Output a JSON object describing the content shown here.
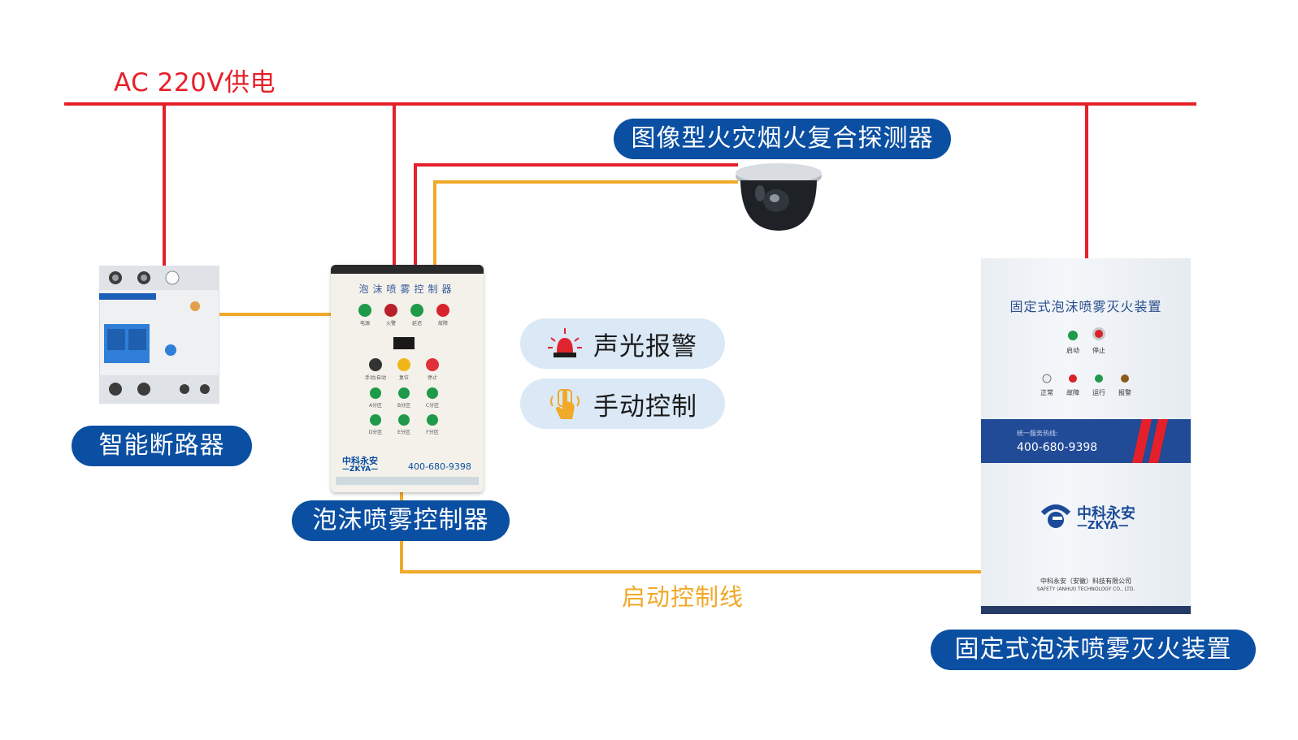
{
  "power_label": "AC 220V供电",
  "control_line_label": "启动控制线",
  "labels": {
    "detector": "图像型火灾烟火复合探测器",
    "breaker": "智能断路器",
    "controller": "泡沫喷雾控制器",
    "device": "固定式泡沫喷雾灭火装置"
  },
  "features": {
    "alarm": "声光报警",
    "manual": "手动控制"
  },
  "controller_panel": {
    "title": "泡沫喷雾控制器",
    "row1": [
      "电源",
      "火警",
      "延迟",
      "故障"
    ],
    "row2": [
      "手动/自动",
      "复位",
      "停止"
    ],
    "row3": [
      "A分区",
      "B分区",
      "C分区"
    ],
    "row4": [
      "D分区",
      "E分区",
      "F分区"
    ],
    "logo_cn": "中科永安",
    "logo_en": "—ZKYA—",
    "phone": "400-680-9398"
  },
  "device_panel": {
    "title": "固定式泡沫喷雾灭火装置",
    "buttons": [
      "启动",
      "停止"
    ],
    "indicators": [
      "正常",
      "故障",
      "运行",
      "报警"
    ],
    "hotline_label": "统一服务热线:",
    "hotline": "400-680-9398",
    "logo_cn": "中科永安",
    "logo_en": "—ZKYA—",
    "company_cn": "中科永安（安徽）科技有限公司",
    "company_en": "SAFETY (ANHUI) TECHNOLOGY CO., LTD."
  },
  "colors": {
    "power_wire": "#e5202a",
    "control_wire": "#f0a928",
    "label_bg": "#0b4fa2",
    "feature_bg": "#dbe8f6"
  }
}
